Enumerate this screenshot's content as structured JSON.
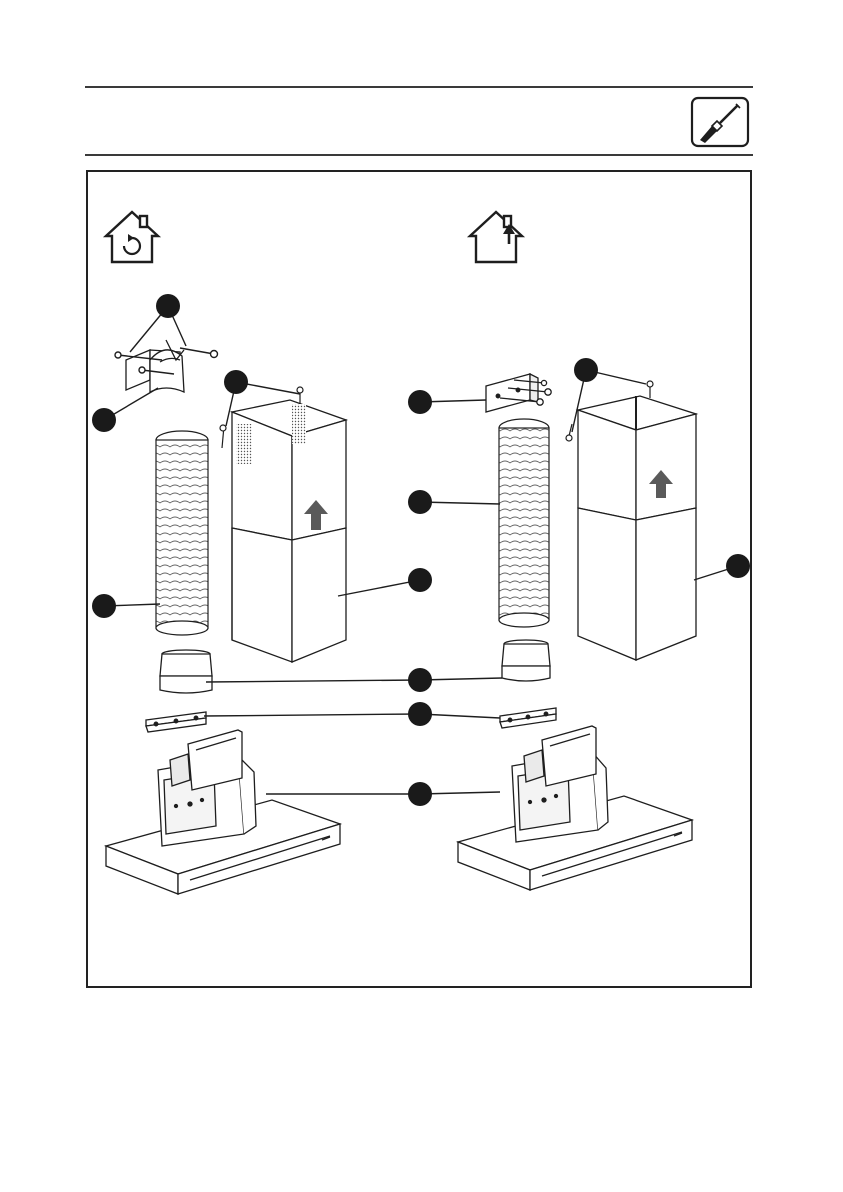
{
  "header": {
    "icon": "screwdriver-icon"
  },
  "sections": [
    {
      "mode": "recirculation",
      "icon": "house-recirculation-icon"
    },
    {
      "mode": "extraction",
      "icon": "house-extraction-icon"
    }
  ],
  "parts": [
    {
      "name": "wall-bracket-with-screws"
    },
    {
      "name": "air-deflector"
    },
    {
      "name": "flexible-duct"
    },
    {
      "name": "upper-chimney"
    },
    {
      "name": "lower-chimney"
    },
    {
      "name": "duct-adapter"
    },
    {
      "name": "chimney-bracket"
    },
    {
      "name": "hood-body"
    }
  ],
  "colors": {
    "line": "#1e1e1e",
    "callout": "#1a1a1a",
    "arrow": "#5a5a5a"
  }
}
